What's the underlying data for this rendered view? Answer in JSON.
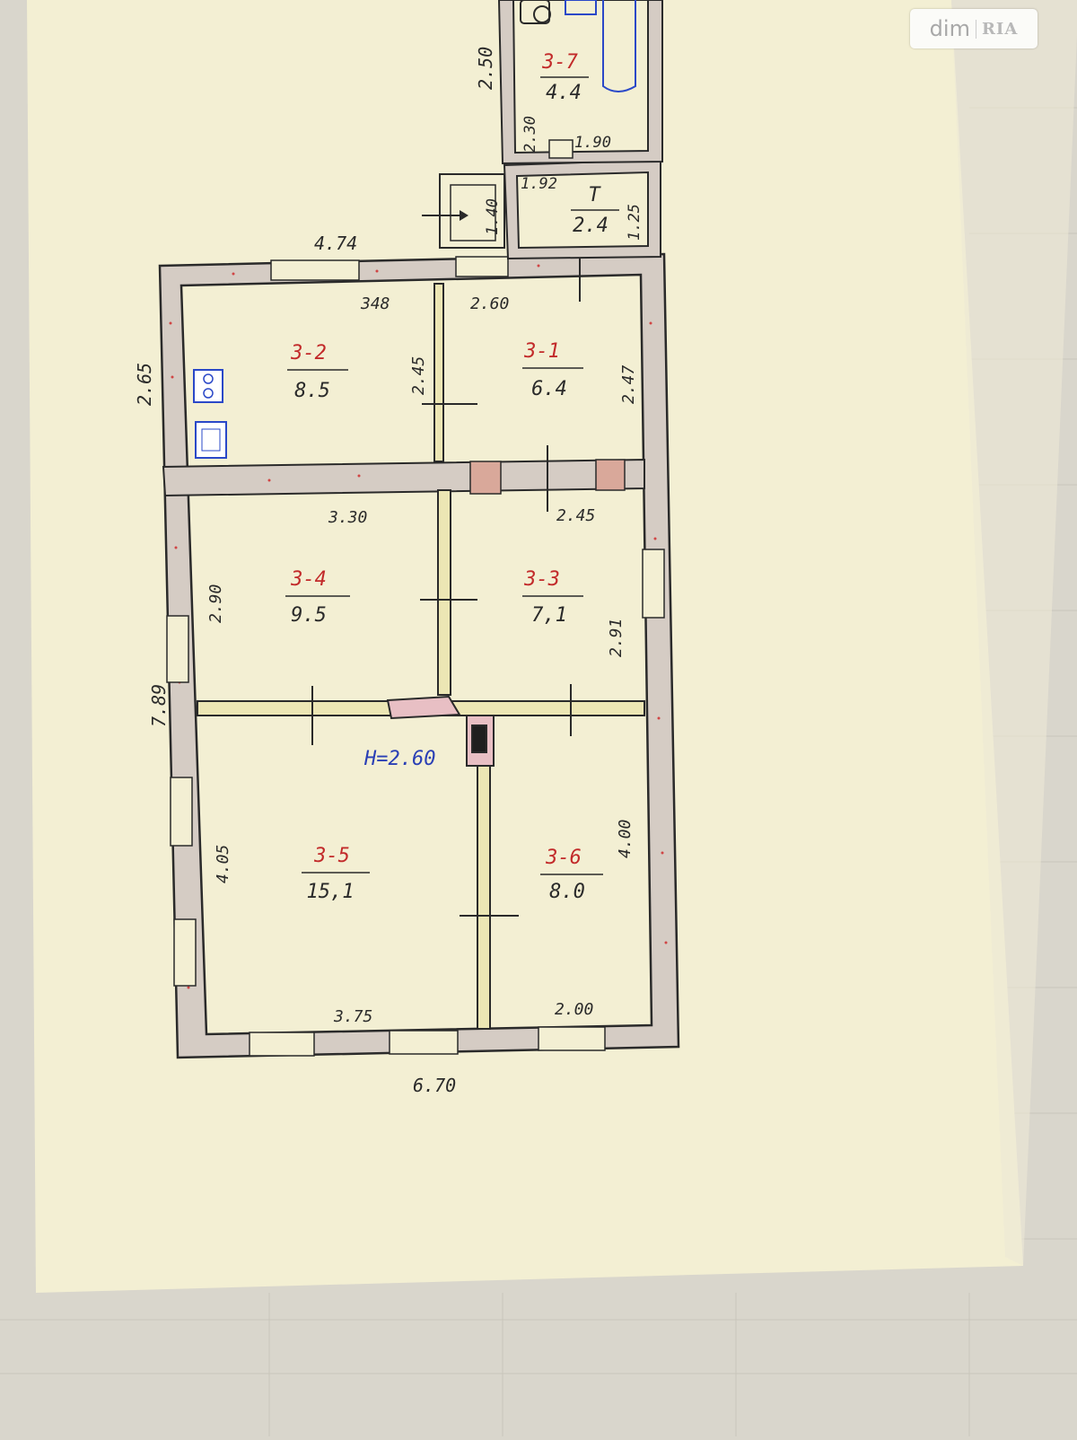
{
  "rooms": [
    {
      "id": "3-1",
      "area": "6.4"
    },
    {
      "id": "3-2",
      "area": "8.5"
    },
    {
      "id": "3-3",
      "area": "7,1"
    },
    {
      "id": "3-4",
      "area": "9.5"
    },
    {
      "id": "3-5",
      "area": "15,1"
    },
    {
      "id": "3-6",
      "area": "8.0"
    },
    {
      "id": "3-7",
      "area": "4.4"
    },
    {
      "id": "T",
      "area": "2.4"
    }
  ],
  "dimensions": {
    "overall_width_top": "4.74",
    "overall_width_bottom": "6.70",
    "overall_left_upper": "2.65",
    "overall_left_lower": "7.89",
    "annex_height": "2.50",
    "r32_width": "348",
    "r32_height": "2.45",
    "r31_width": "2.60",
    "r31_height": "2.47",
    "r34_width": "3.30",
    "r34_height": "2.90",
    "r33_width": "2.45",
    "r33_height": "2.91",
    "r35_width": "3.75",
    "r35_height": "4.05",
    "r36_width": "2.00",
    "r36_height": "4.00",
    "r37_width": "1.90",
    "r37_height": "2.30",
    "t_width": "1.92",
    "t_height": "1.25",
    "porch_width": "1.40"
  },
  "ceiling_height": "H=2.60",
  "watermark": {
    "text_dim": "dim",
    "text_ria": "RIA"
  },
  "colors": {
    "paper": "#f3efd3",
    "background": "#d9d6cc",
    "wall_fill": "#d5ccc4",
    "wall_dots": "#d04545",
    "ink": "#2a2a2a",
    "room_index": "#c22a2a",
    "fixture_blue": "#2a48c8",
    "ceiling_label": "#2a3fb5",
    "partition": "#ece6b4"
  }
}
